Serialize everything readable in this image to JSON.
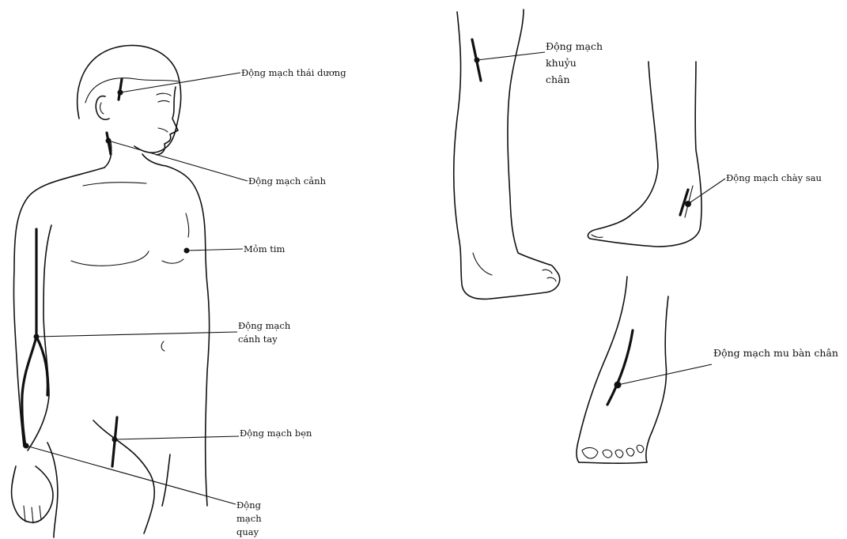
{
  "labels": {
    "temporal": "Động mạch thái dương",
    "carotid": "Động mạch cảnh",
    "apex": "Mỏm tim",
    "brachial": [
      "Động mạch",
      "cánh tay"
    ],
    "femoral": "Động mạch bẹn",
    "radial": [
      "Động",
      "mạch",
      "quay"
    ],
    "popliteal": [
      "Động mạch",
      "khuỷu",
      "chân"
    ],
    "posterior_tibial": "Động mạch chày sau",
    "dorsalis_pedis": "Động mạch mu bàn chân"
  },
  "colors": {
    "ink": "#111111",
    "background": "#ffffff"
  }
}
